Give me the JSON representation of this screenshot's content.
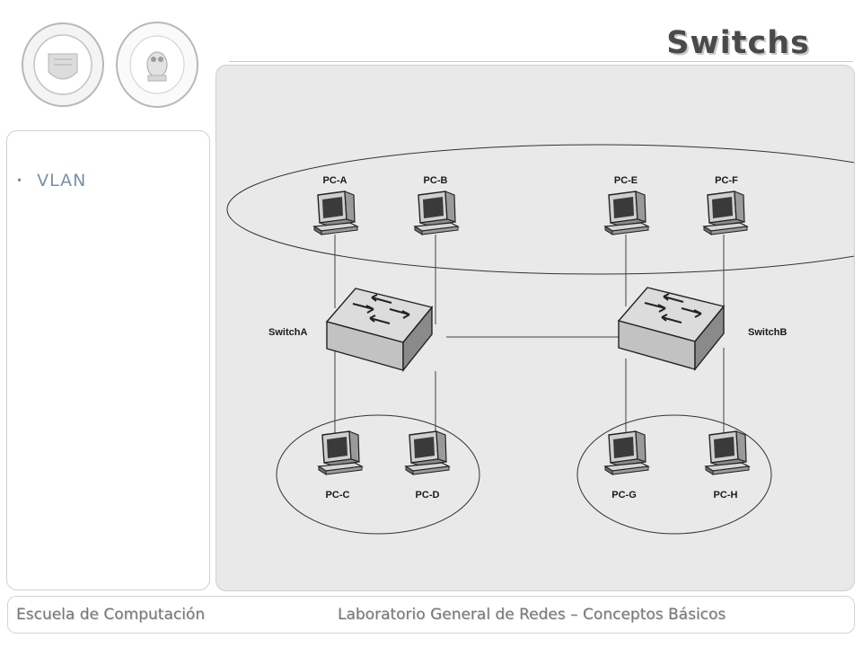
{
  "slide": {
    "title": "Switchs",
    "bullets": [
      "VLAN"
    ]
  },
  "diagram": {
    "pcs_top": [
      "PC-A",
      "PC-B",
      "PC-E",
      "PC-F"
    ],
    "switches": [
      "SwitchA",
      "SwitchB"
    ],
    "pcs_bottom": [
      "PC-C",
      "PC-D",
      "PC-G",
      "PC-H"
    ]
  },
  "footer": {
    "left": "Escuela de Computación",
    "right": "Laboratorio General de Redes – Conceptos Básicos"
  }
}
